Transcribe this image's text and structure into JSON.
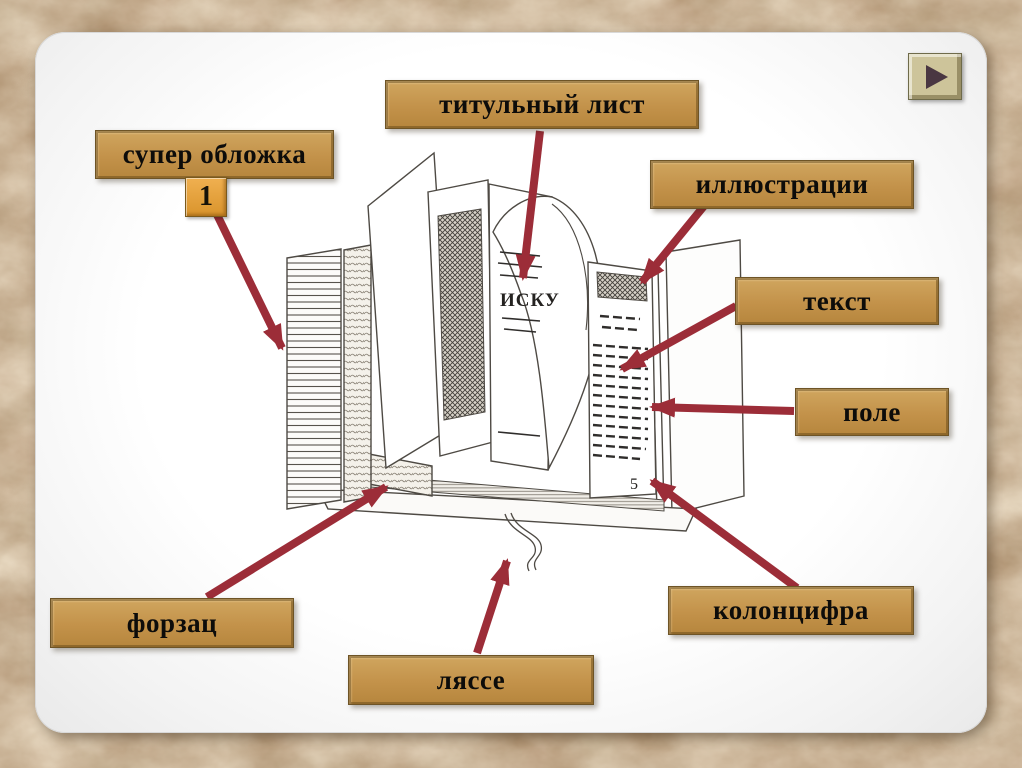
{
  "slide": {
    "labels": {
      "title_page": "титульный лист",
      "dust_jacket": "супер обложка",
      "number_badge": "1",
      "illustrations": "иллюстрации",
      "text": "текст",
      "margin": "поле",
      "column_number": "колонцифра",
      "endpaper": "форзац",
      "ribbon": "ляссе"
    },
    "book_sketch": {
      "title_fragment": "ИСКУ",
      "page_number": "5"
    },
    "colors": {
      "arrow": "#9c2d38",
      "label_background": "#c3924a",
      "badge_background": "#e2a037",
      "slide_background": "#ffffff",
      "page_background": "#b29272"
    },
    "icons": {
      "next": "play-triangle-right"
    }
  }
}
